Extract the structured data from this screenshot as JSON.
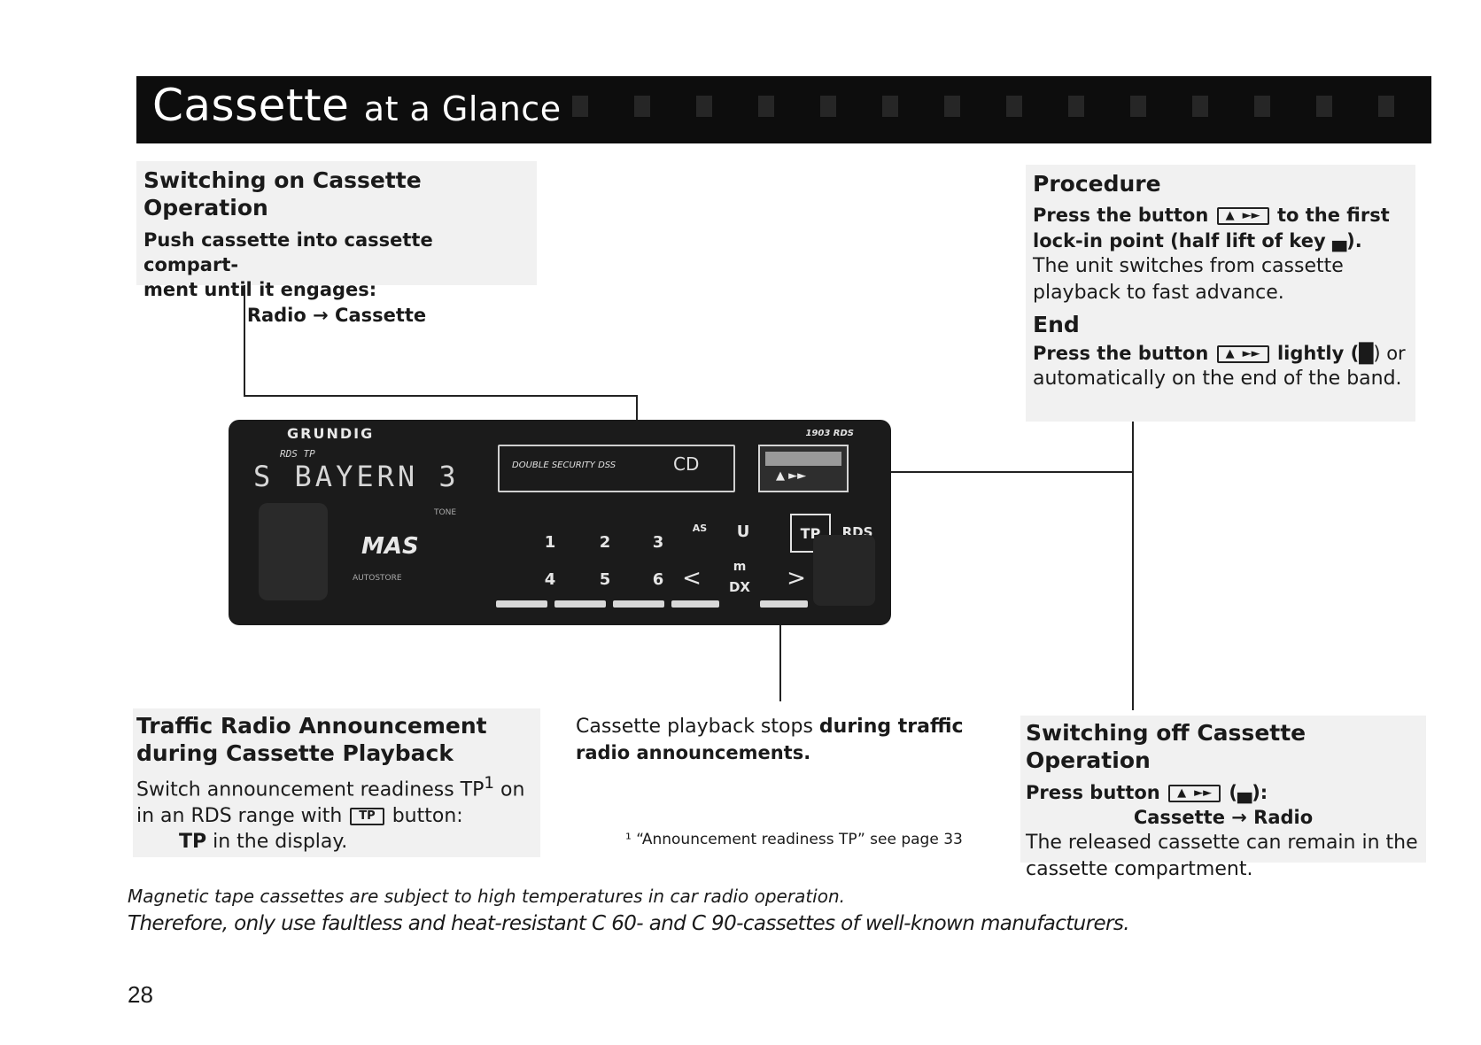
{
  "banner": {
    "title_main": "Cassette",
    "title_rest": "at a Glance"
  },
  "switch_on": {
    "heading": "Switching on Cassette Operation",
    "instruction_1": "Push cassette into cassette compart-",
    "instruction_2": "ment until it engages:",
    "result": "Radio → Cassette"
  },
  "procedure": {
    "heading": "Procedure",
    "instr_1_a": "Press the button",
    "instr_1_b": "to the first",
    "instr_1_c": "lock-in point (half lift of key",
    "instr_1_d": ").",
    "text_1": "The unit switches from cassette",
    "text_2": "playback to fast advance.",
    "end_heading": "End",
    "end_a": "Press the button",
    "end_b": "lightly (",
    "end_c": ") or",
    "end_d": "automatically on the end of the band."
  },
  "radio": {
    "brand": "GRUNDIG",
    "lcd_small": "RDS TP",
    "lcd_text": "S BAYERN 3",
    "slot_label": "DOUBLE SECURITY DSS",
    "cd_mark": "CD",
    "rds_small": "RDS",
    "model": "1903 RDS",
    "eject_arrows": "▲   ►►",
    "mas": "MAS",
    "autostore": "AUTOSTORE",
    "tone": "TONE",
    "keys_top": [
      "1",
      "2",
      "3"
    ],
    "keys_bottom": [
      "4",
      "5",
      "6"
    ],
    "as_label": "AS",
    "u_label": "U",
    "tp_label": "TP",
    "rds_label": "RDS",
    "m_label": "m",
    "dx_label": "DX",
    "lt": "<",
    "gt": ">"
  },
  "traffic": {
    "heading_1": "Traffic Radio Announcement",
    "heading_2": "during Cassette Playback",
    "text_1": "Switch announcement readiness TP",
    "sup": "1",
    "text_1b": " on",
    "text_2a": "in an RDS range with",
    "text_2b": "button:",
    "tp_key": "TP",
    "text_3_bold": "TP",
    "text_3": " in the display."
  },
  "middle": {
    "text_1a": "Cassette playback stops ",
    "text_1b": "during traffic",
    "text_2": "radio announcements.",
    "footnote": "¹ “Announcement readiness TP” see page 33"
  },
  "switch_off": {
    "heading": "Switching off Cassette Operation",
    "instr_a": "Press button",
    "instr_b": "(",
    "instr_c": "):",
    "result": "Cassette → Radio",
    "text_1": "The released cassette can remain in the",
    "text_2": "cassette compartment."
  },
  "notes": {
    "line_1": "Magnetic tape cassettes are subject to high temperatures in car radio operation.",
    "line_2": "Therefore, only use faultless and heat-resistant C 60- and C 90-cassettes of well-known manufacturers."
  },
  "page_number": "28"
}
